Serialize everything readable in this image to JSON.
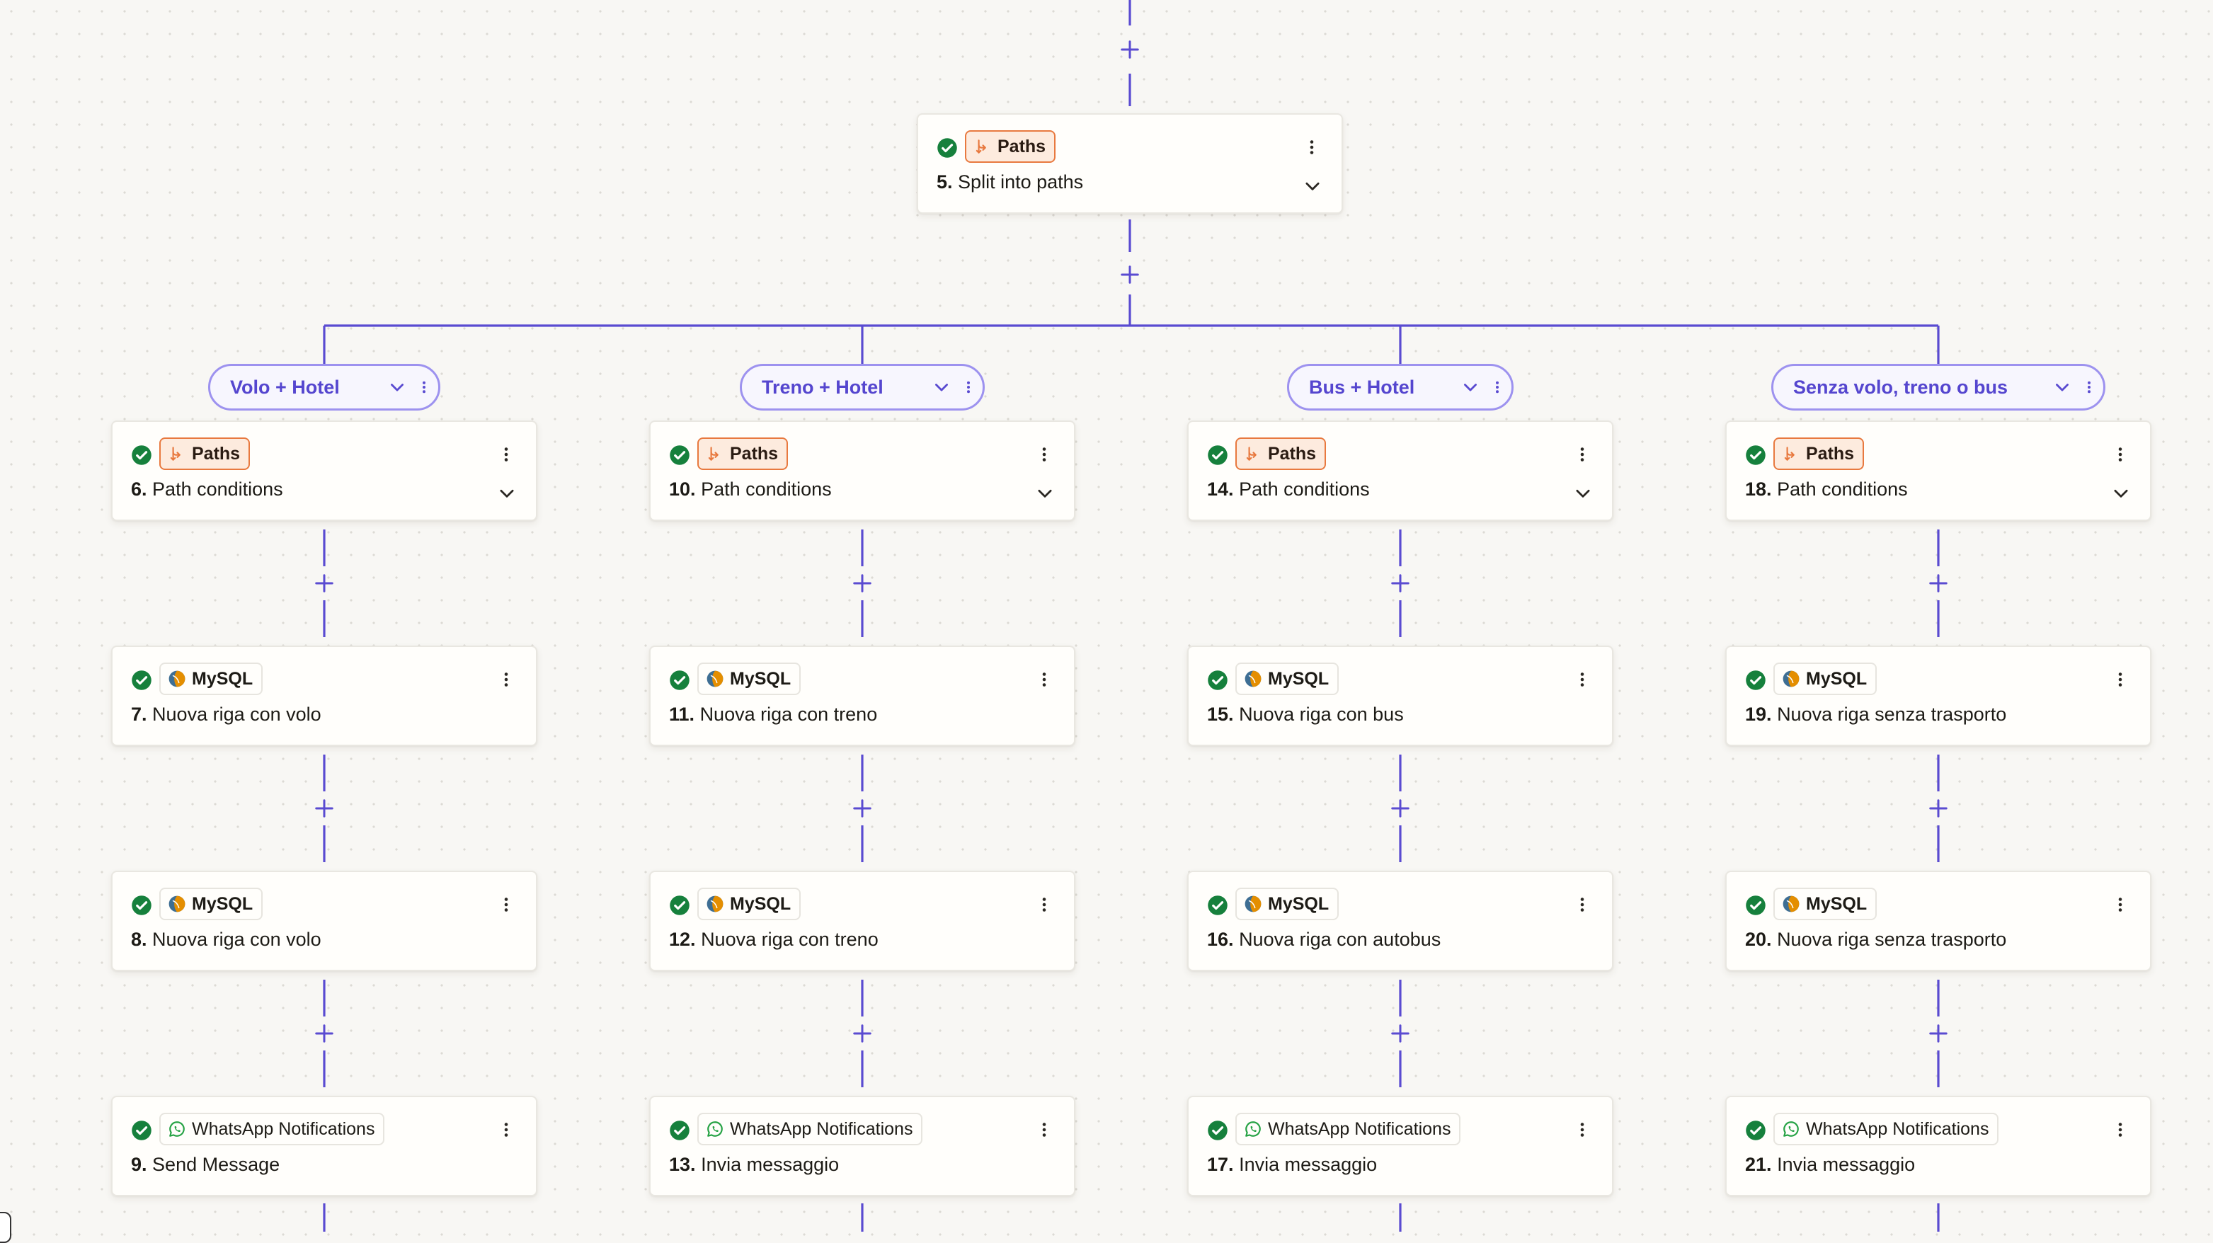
{
  "canvas": {
    "accent_color": "#5a4bd1",
    "success_color": "#16803c",
    "paths_color": "#e8793f"
  },
  "split": {
    "step": "5.",
    "title": "Split into paths",
    "app": "Paths",
    "icon": "paths-icon"
  },
  "branches": [
    {
      "label": "Volo + Hotel",
      "steps": [
        {
          "step": "6.",
          "title": "Path conditions",
          "app": "Paths",
          "kind": "paths"
        },
        {
          "step": "7.",
          "title": "Nuova riga con volo",
          "app": "MySQL",
          "kind": "mysql"
        },
        {
          "step": "8.",
          "title": "Nuova riga con volo",
          "app": "MySQL",
          "kind": "mysql"
        },
        {
          "step": "9.",
          "title": "Send Message",
          "app": "WhatsApp Notifications",
          "kind": "whatsapp"
        }
      ]
    },
    {
      "label": "Treno + Hotel",
      "steps": [
        {
          "step": "10.",
          "title": "Path conditions",
          "app": "Paths",
          "kind": "paths"
        },
        {
          "step": "11.",
          "title": "Nuova riga con treno",
          "app": "MySQL",
          "kind": "mysql"
        },
        {
          "step": "12.",
          "title": "Nuova riga con treno",
          "app": "MySQL",
          "kind": "mysql"
        },
        {
          "step": "13.",
          "title": "Invia messaggio",
          "app": "WhatsApp Notifications",
          "kind": "whatsapp"
        }
      ]
    },
    {
      "label": "Bus + Hotel",
      "steps": [
        {
          "step": "14.",
          "title": "Path conditions",
          "app": "Paths",
          "kind": "paths"
        },
        {
          "step": "15.",
          "title": "Nuova riga con bus",
          "app": "MySQL",
          "kind": "mysql"
        },
        {
          "step": "16.",
          "title": "Nuova riga con autobus",
          "app": "MySQL",
          "kind": "mysql"
        },
        {
          "step": "17.",
          "title": "Invia messaggio",
          "app": "WhatsApp Notifications",
          "kind": "whatsapp"
        }
      ]
    },
    {
      "label": "Senza volo, treno o bus",
      "steps": [
        {
          "step": "18.",
          "title": "Path conditions",
          "app": "Paths",
          "kind": "paths"
        },
        {
          "step": "19.",
          "title": "Nuova riga senza trasporto",
          "app": "MySQL",
          "kind": "mysql"
        },
        {
          "step": "20.",
          "title": "Nuova riga senza trasporto",
          "app": "MySQL",
          "kind": "mysql"
        },
        {
          "step": "21.",
          "title": "Invia messaggio",
          "app": "WhatsApp Notifications",
          "kind": "whatsapp"
        }
      ]
    }
  ]
}
